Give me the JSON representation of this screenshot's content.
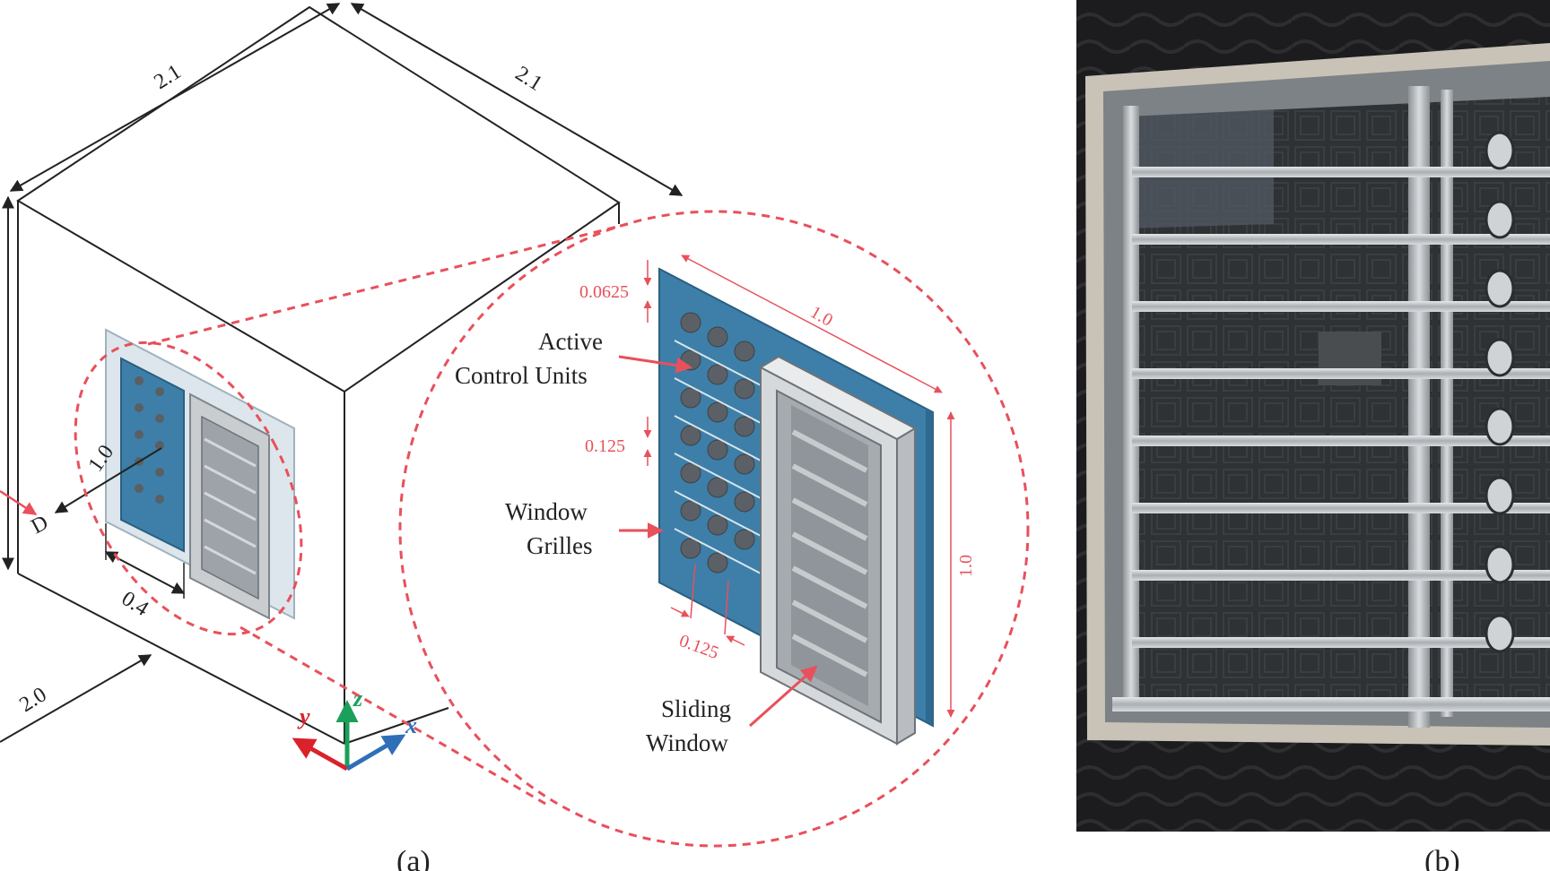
{
  "figure": {
    "panel_a": {
      "label": "(a)",
      "room_dims": {
        "top_left": "2.1",
        "top_right": "2.1",
        "bottom": "2.0"
      },
      "window_dims": {
        "height": "1.0",
        "width": "0.4"
      },
      "distance_label": "D",
      "axes": {
        "x": "x",
        "y": "y",
        "z": "z"
      },
      "detail_dims": {
        "frame_margin": "0.0625",
        "spacing_vertical": "0.125",
        "spacing_horizontal": "0.125",
        "width": "1.0",
        "height": "1.0"
      },
      "callouts": {
        "active_line1": "Active",
        "active_line2": "Control Units",
        "grilles_line1": "Window",
        "grilles_line2": "Grilles",
        "sliding_line1": "Sliding",
        "sliding_line2": "Window"
      }
    },
    "panel_b": {
      "label": "(b)"
    },
    "colors": {
      "accent": "#e8505b",
      "panel_blue": "#3d7fa8",
      "axis_x": "#2f6fb7",
      "axis_y": "#d9222a",
      "axis_z": "#1aa05a"
    }
  }
}
